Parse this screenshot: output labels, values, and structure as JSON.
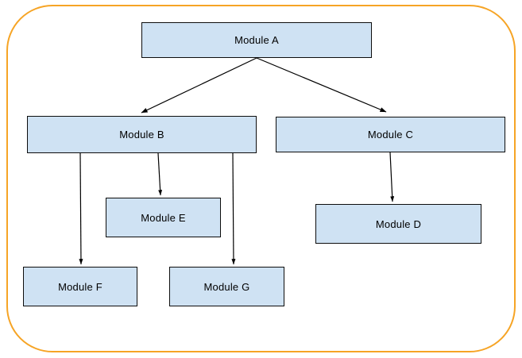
{
  "diagram": {
    "type": "hierarchy-flowchart",
    "colors": {
      "frame": "#F6A425",
      "node-fill": "#CFE2F3",
      "node-border": "#0D0D0D",
      "edge": "#000000",
      "text": "#000000"
    },
    "nodes": {
      "a": {
        "label": "Module A"
      },
      "b": {
        "label": "Module B"
      },
      "c": {
        "label": "Module C"
      },
      "d": {
        "label": "Module D"
      },
      "e": {
        "label": "Module E"
      },
      "f": {
        "label": "Module F"
      },
      "g": {
        "label": "Module G"
      }
    },
    "edges": [
      {
        "from": "Module A",
        "to": "Module B"
      },
      {
        "from": "Module A",
        "to": "Module C"
      },
      {
        "from": "Module B",
        "to": "Module E"
      },
      {
        "from": "Module B",
        "to": "Module F"
      },
      {
        "from": "Module B",
        "to": "Module G"
      },
      {
        "from": "Module C",
        "to": "Module D"
      }
    ]
  }
}
